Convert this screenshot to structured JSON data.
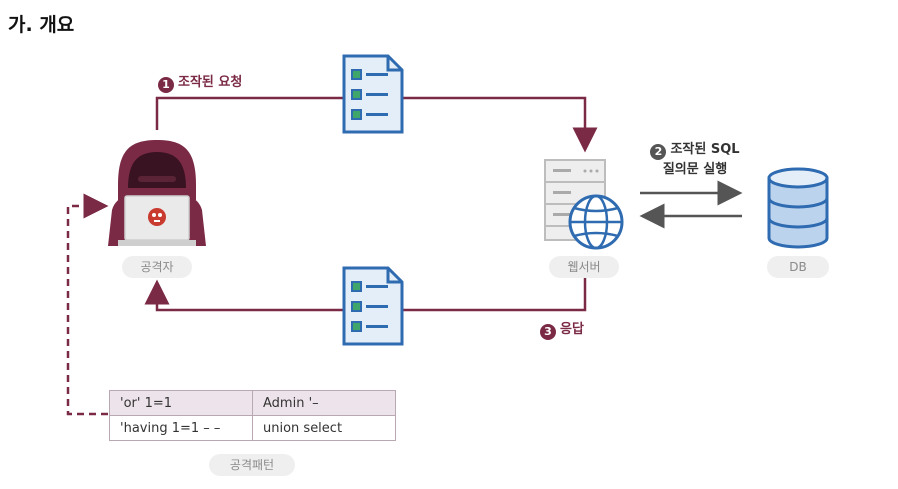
{
  "heading": "가. 개요",
  "nodes": {
    "attacker": "공격자",
    "webserver": "웹서버",
    "db": "DB",
    "patterns": "공격패턴"
  },
  "steps": {
    "step1": {
      "num": "1",
      "label": "조작된 요청"
    },
    "step2": {
      "num": "2",
      "line1": "조작된 SQL",
      "line2": "질의문 실행"
    },
    "step3": {
      "num": "3",
      "label": "응답"
    }
  },
  "pattern_table": [
    [
      "'or' 1=1",
      "Admin '–"
    ],
    [
      "'having 1=1 – –",
      "union select"
    ]
  ],
  "colors": {
    "accent": "#7b2a46",
    "document_blue": "#2e6bb0",
    "document_fill": "#e4eef9",
    "green_marker": "#3fa66b",
    "db_blue": "#2e6bb0",
    "gray_arrow": "#555555"
  },
  "icons": [
    "hacker-icon",
    "skull-icon",
    "document-icon",
    "server-icon",
    "globe-icon",
    "database-icon"
  ]
}
